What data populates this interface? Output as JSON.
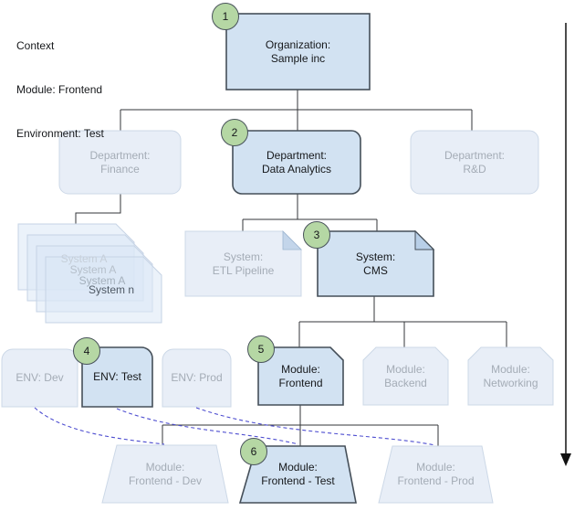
{
  "context": {
    "line1": "Context",
    "line2": "Module: Frontend",
    "line3": "Environment: Test"
  },
  "badges": {
    "b1": "1",
    "b2": "2",
    "b3": "3",
    "b4": "4",
    "b5": "5",
    "b6": "6"
  },
  "nodes": {
    "organization": {
      "line1": "Organization:",
      "line2": "Sample inc"
    },
    "dept_finance": {
      "line1": "Department:",
      "line2": "Finance"
    },
    "dept_data_analytics": {
      "line1": "Department:",
      "line2": "Data Analytics"
    },
    "dept_rnd": {
      "line1": "Department:",
      "line2": "R&D"
    },
    "system_stack": {
      "line1": "System A",
      "line2": "System A",
      "line3": "System A",
      "line4": "System n"
    },
    "system_etl": {
      "line1": "System:",
      "line2": "ETL Pipeline"
    },
    "system_cms": {
      "line1": "System:",
      "line2": "CMS"
    },
    "env_dev": {
      "line1": "ENV: Dev"
    },
    "env_test": {
      "line1": "ENV: Test"
    },
    "env_prod": {
      "line1": "ENV: Prod"
    },
    "module_frontend": {
      "line1": "Module:",
      "line2": "Frontend"
    },
    "module_backend": {
      "line1": "Module:",
      "line2": "Backend"
    },
    "module_networking": {
      "line1": "Module:",
      "line2": "Networking"
    },
    "instance_dev": {
      "line1": "Module:",
      "line2": "Frontend - Dev"
    },
    "instance_test": {
      "line1": "Module:",
      "line2": "Frontend - Test"
    },
    "instance_prod": {
      "line1": "Module:",
      "line2": "Frontend - Prod"
    }
  },
  "colors": {
    "highlight_fill": "#d2e2f2",
    "highlight_border": "#454f59",
    "faded_fill": "#e8eef7",
    "faded_border": "#ccd8e7",
    "faded_text": "#a4acb6",
    "active_text": "#16181b",
    "badge_fill": "#b5d7a4",
    "badge_border": "#49535b",
    "trace_line": "#4d4dd0",
    "connector": "#333639"
  }
}
